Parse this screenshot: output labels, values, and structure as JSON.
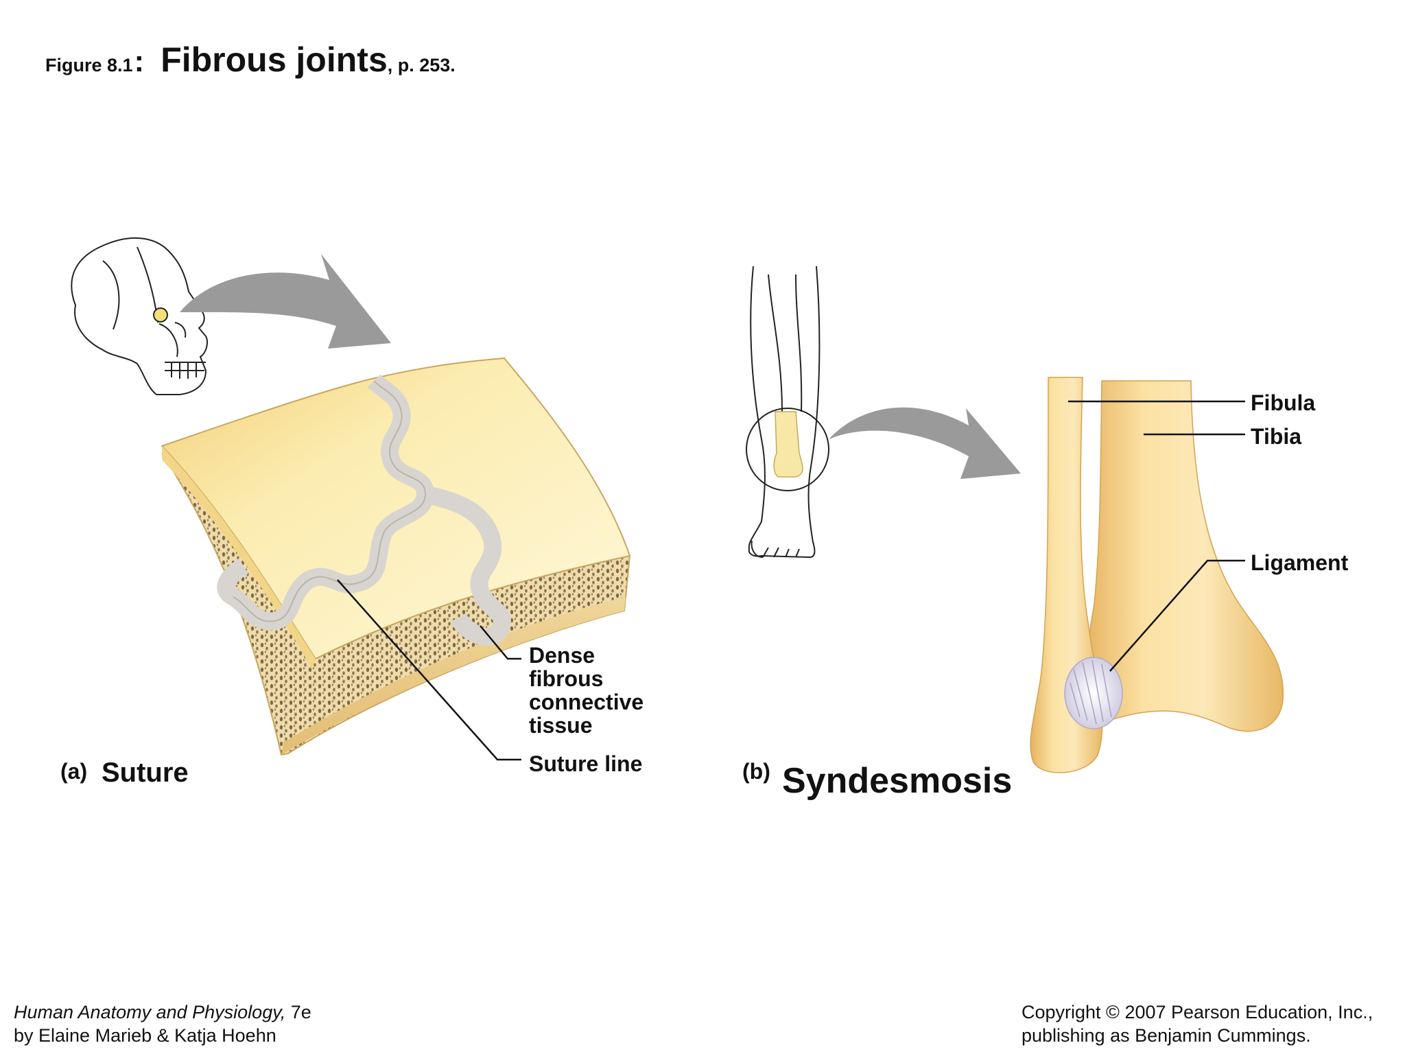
{
  "title": {
    "figure": "Figure 8.1",
    "colon": ":",
    "main": "Fibrous joints",
    "page": ", p. 253."
  },
  "panel_a": {
    "letter": "(a)",
    "name": "Suture",
    "labels": {
      "dense": [
        "Dense",
        "fibrous",
        "connective",
        "tissue"
      ],
      "suture_line": "Suture line"
    }
  },
  "panel_b": {
    "letter": "(b)",
    "name": "Syndesmosis",
    "labels": {
      "fibula": "Fibula",
      "tibia": "Tibia",
      "ligament": "Ligament"
    }
  },
  "footer": {
    "book_title": "Human Anatomy and Physiology,",
    "edition": " 7e",
    "authors": "by Elaine Marieb & Katja Hoehn",
    "copyright": "Copyright © 2007 Pearson Education, Inc.,",
    "publisher": "publishing as Benjamin Cummings."
  },
  "colors": {
    "bone_light": "#fbeeb3",
    "bone_mid": "#f5d88a",
    "bone_dark": "#e2b460",
    "spongy": "#8a7650",
    "suture_tissue": "#d9d6d2",
    "arrow_gray": "#9a9a9a",
    "ligament": "#e9e6f2"
  }
}
